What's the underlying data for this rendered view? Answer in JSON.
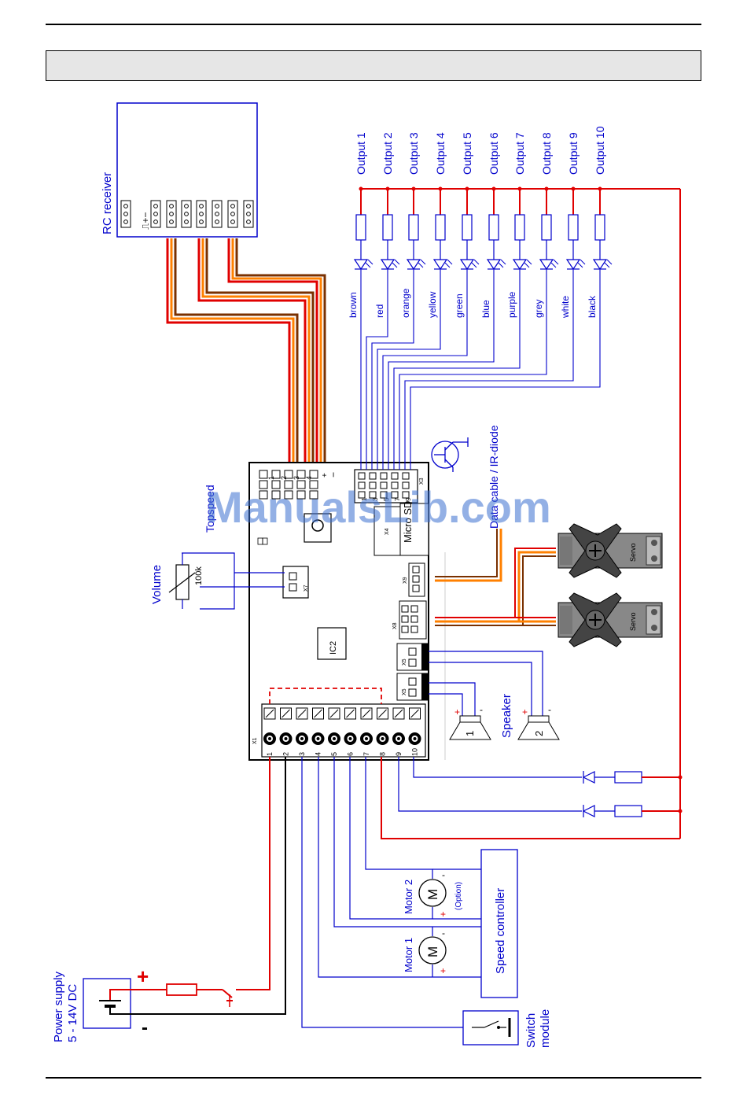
{
  "header": {
    "title_text": ""
  },
  "rc_receiver": {
    "label": "RC receiver",
    "pin_symbols": "⎍+−"
  },
  "outputs": {
    "labels": [
      "Output 1",
      "Output 2",
      "Output 3",
      "Output 4",
      "Output 5",
      "Output 6",
      "Output 7",
      "Output 8",
      "Output 9",
      "Output 10"
    ],
    "wire_colors": [
      "brown",
      "red",
      "orange",
      "yellow",
      "green",
      "blue",
      "purple",
      "grey",
      "white",
      "black"
    ]
  },
  "board": {
    "topspeed": "Topspeed",
    "micro_sd": "Micro SD",
    "ic2": "IC2",
    "x1": "X1",
    "x3": "X3",
    "x4": "X4",
    "x5": "X5",
    "x7": "X7",
    "x8": "X8",
    "x9": "X9",
    "plus": "+",
    "minus": "−",
    "terminal_numbers": [
      "1",
      "2",
      "3",
      "4",
      "5",
      "6",
      "7",
      "8",
      "9",
      "10"
    ],
    "header_numbers": [
      "1",
      "2",
      "3",
      "4"
    ],
    "x3_numbers": [
      "1",
      "3",
      "5",
      "7",
      "9"
    ]
  },
  "volume": {
    "label": "Volume",
    "pot_value": "100k"
  },
  "data_cable": {
    "label": "Data cable / IR-diode"
  },
  "servos": {
    "label": "Servo"
  },
  "speaker": {
    "label": "Speaker",
    "one": "1",
    "two": "2"
  },
  "motors": {
    "motor1": "Motor 1",
    "motor2": "Motor 2",
    "option": "(Option)",
    "m": "M"
  },
  "speed_controller": {
    "label": "Speed controller"
  },
  "switch_module": {
    "label_line1": "Switch",
    "label_line2": "module"
  },
  "power_supply": {
    "label_line1": "Power supply",
    "label_line2": "5 - 14V DC",
    "plus": "+",
    "minus": "-"
  },
  "watermark": "ManualsLib.com",
  "colors": {
    "wire_red": "#e00000",
    "wire_blue": "#2020cc",
    "wire_orange": "#ff8000",
    "text_blue": "#0000cc"
  }
}
